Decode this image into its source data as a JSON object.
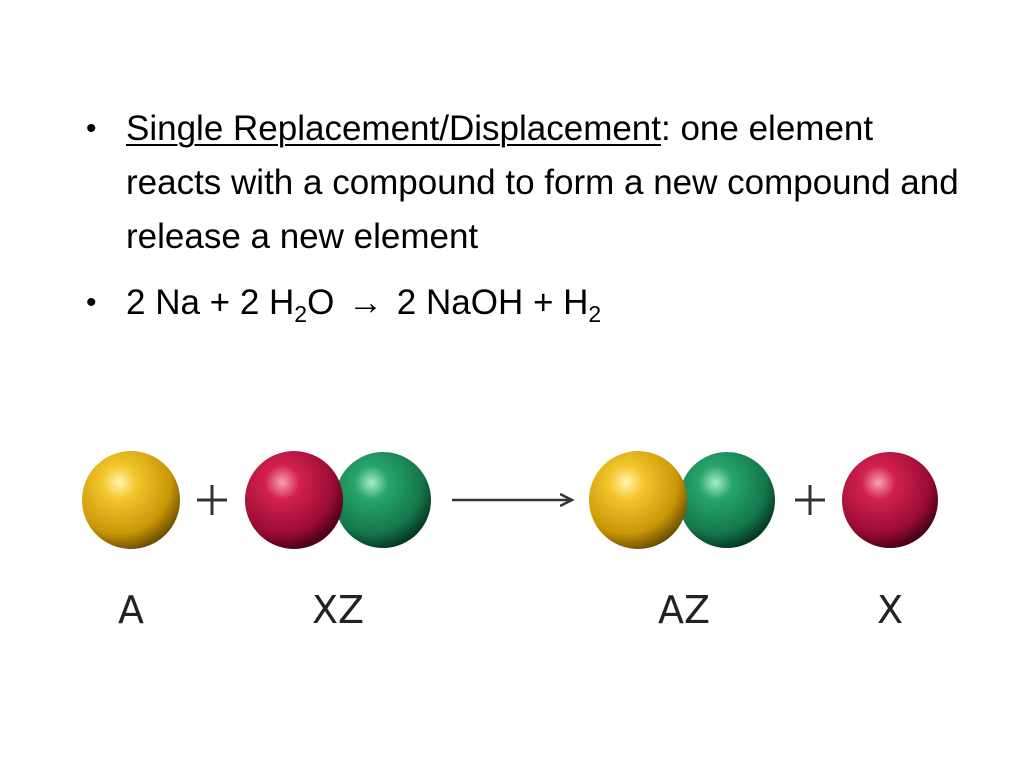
{
  "bullet_symbol": "•",
  "definition": {
    "term": "Single Replacement/Displacement",
    "separator": ":",
    "text": " one element reacts with a compound to form a new compound and release a new element"
  },
  "equation": {
    "part1": "2 Na + 2 H",
    "sub1": "2",
    "part2": "O",
    "arrow": "→",
    "part3": "2 NaOH + H",
    "sub2": "2"
  },
  "diagram": {
    "plus": "+",
    "labels": {
      "a": "A",
      "xz": "XZ",
      "az": "AZ",
      "x": "X"
    },
    "colors": {
      "atom_a": "#e3b21a",
      "atom_x": "#b5123f",
      "atom_z": "#1d8f5e",
      "symbol": "#333333"
    }
  }
}
